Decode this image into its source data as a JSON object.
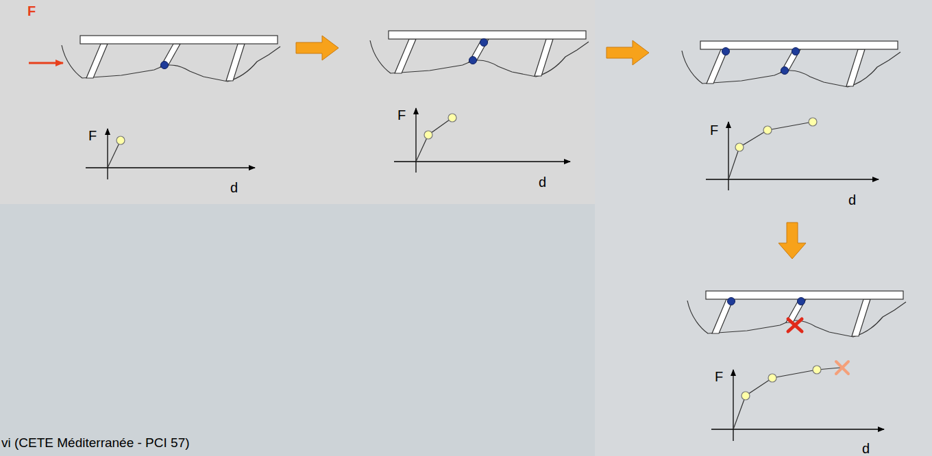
{
  "diagram": {
    "labels": [
      "F",
      "F",
      "d",
      "F",
      "d",
      "F",
      "d",
      "F",
      "d",
      "vi (CETE Méditerranée - PCI 57)"
    ]
  }
}
